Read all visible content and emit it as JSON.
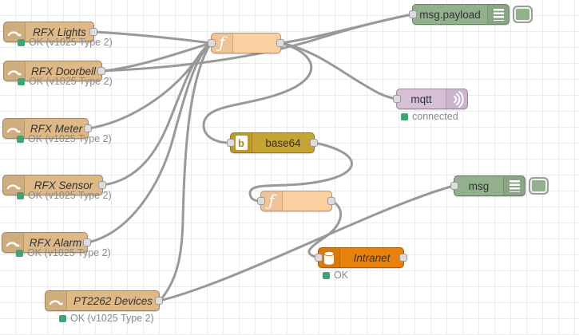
{
  "canvas": {
    "grid": "on",
    "background": "#ffffff"
  },
  "colors": {
    "rfx_node": "#deb887",
    "function_node": "#fdd0a2",
    "base64_node": "#c6a433",
    "mqtt_node": "#d8bfd8",
    "debug_node": "#92b08c",
    "intranet_node": "#e8820d",
    "wire": "#999999",
    "status_dot": "#43a373"
  },
  "nodes": {
    "rfx_lights": {
      "label": "RFX Lights",
      "status": "OK (v1025 Type 2)"
    },
    "rfx_doorbell": {
      "label": "RFX Doorbell",
      "status": "OK (v1025 Type 2)"
    },
    "rfx_meter": {
      "label": "RFX Meter",
      "status": "OK (v1025 Type 2)"
    },
    "rfx_sensor": {
      "label": "RFX Sensor",
      "status": "OK (v1025 Type 2)"
    },
    "rfx_alarm": {
      "label": "RFX Alarm",
      "status": "OK (v1025 Type 2)"
    },
    "pt2262": {
      "label": "PT2262 Devices",
      "status": "OK (v1025 Type 2)"
    },
    "function1": {
      "label": ""
    },
    "base64": {
      "label": "base64"
    },
    "function2": {
      "label": ""
    },
    "mqtt": {
      "label": "mqtt",
      "status": "connected"
    },
    "msg_payload": {
      "label": "msg.payload"
    },
    "msg": {
      "label": "msg"
    },
    "intranet": {
      "label": "Intranet",
      "status": "OK"
    }
  }
}
